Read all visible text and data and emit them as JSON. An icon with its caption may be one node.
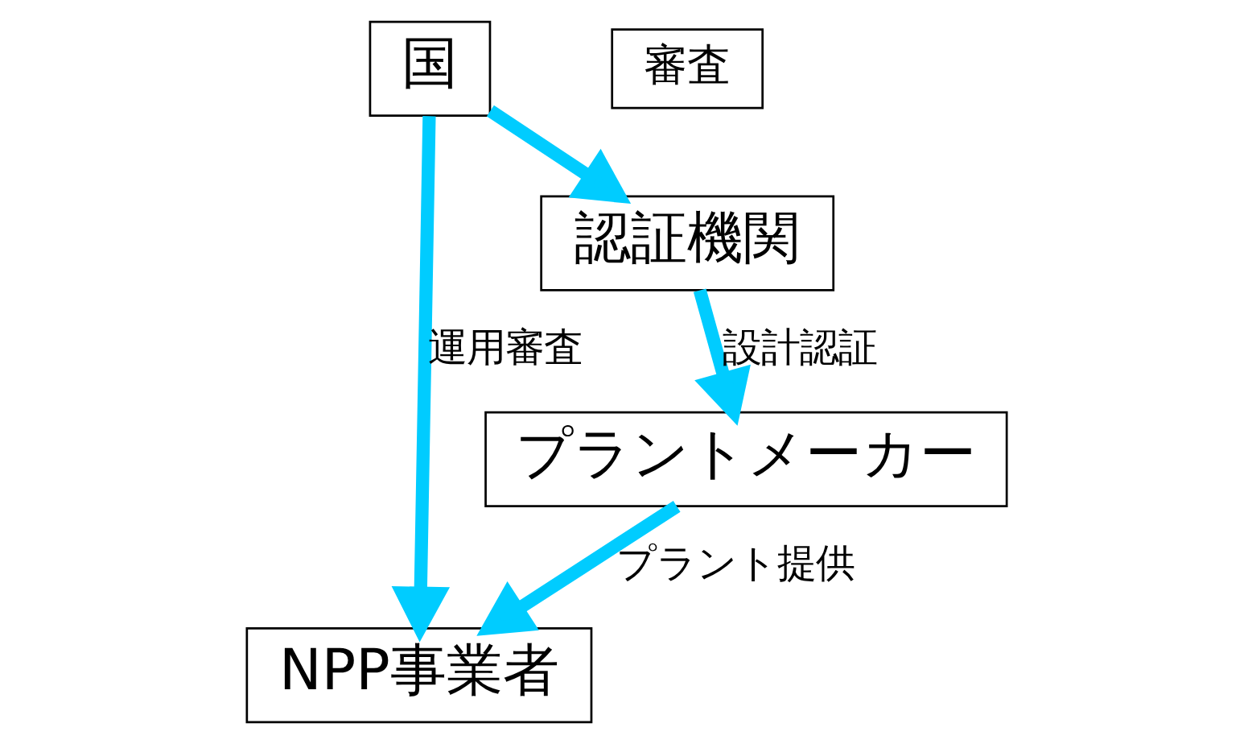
{
  "diagram": {
    "nodes": [
      {
        "text": [
          "国"
        ]
      },
      {
        "text": [
          "審査"
        ]
      },
      {
        "text": [
          "認証機関"
        ]
      },
      {
        "text": [
          "プラントメーカー"
        ]
      },
      {
        "text": [
          "NPP事業者"
        ]
      }
    ],
    "edges": [
      {
        "from": 0,
        "to": 2,
        "arrow": "to"
      },
      {
        "from": 2,
        "to": 3,
        "arrow": "to",
        "label": "設計認証"
      },
      {
        "from": 3,
        "to": 4,
        "arrow": "to",
        "label": "プラント提供"
      },
      {
        "from": 0,
        "to": 4,
        "arrow": "to",
        "label": "運用審査"
      }
    ]
  }
}
